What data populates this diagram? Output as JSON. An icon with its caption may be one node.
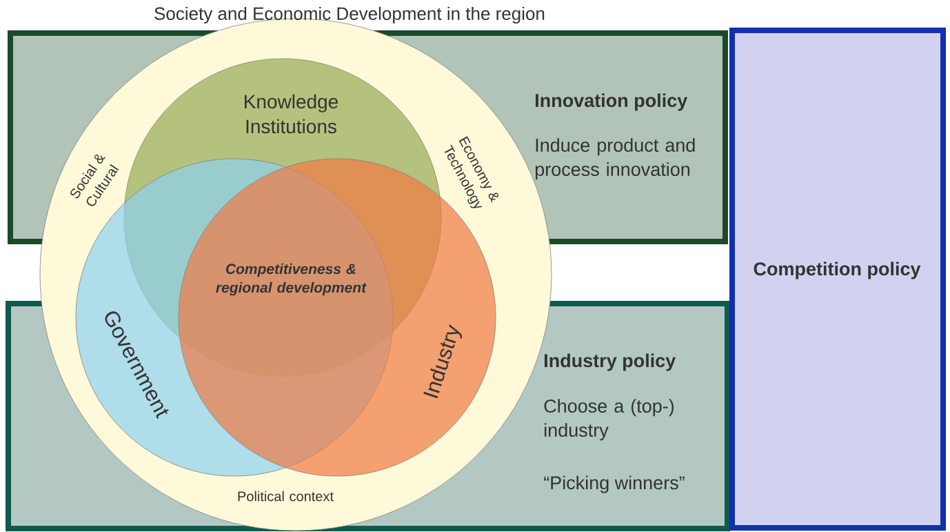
{
  "diagram": {
    "title": "Society and Economic Development in the region",
    "nodes": [
      {
        "text": [
          "Innovation policy",
          "Induce product and process innovation"
        ]
      },
      {
        "text": [
          "Industry policy",
          "Choose a (top-) industry",
          "“Picking winners”"
        ]
      },
      {
        "text": [
          "Competition policy"
        ]
      },
      {
        "text": [],
        "shape": "circle"
      },
      {
        "text": [
          "Knowledge Institutions"
        ],
        "in": 3
      },
      {
        "text": [
          "Government"
        ],
        "in": 3
      },
      {
        "text": [
          "Industry"
        ],
        "in": 3
      }
    ],
    "labels": [
      "Social & Cultural",
      "Economy & Technology",
      "Political context",
      "Competitiveness & regional development"
    ]
  }
}
